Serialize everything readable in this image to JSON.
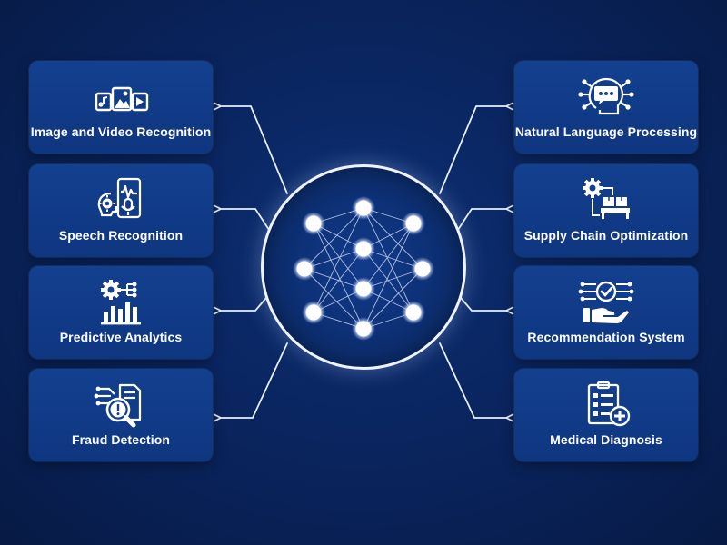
{
  "colors": {
    "background": "#0a2560",
    "card": "#13408f",
    "line": "#e8eefc",
    "node": "#ffffff"
  },
  "center": {
    "icon": "neural-network-icon"
  },
  "left_items": [
    {
      "label": "Image and Video Recognition",
      "icon": "image-video-icon"
    },
    {
      "label": "Speech Recognition",
      "icon": "speech-recognition-icon"
    },
    {
      "label": "Predictive Analytics",
      "icon": "predictive-analytics-icon"
    },
    {
      "label": "Fraud Detection",
      "icon": "fraud-detection-icon"
    }
  ],
  "right_items": [
    {
      "label": "Natural Language Processing",
      "icon": "nlp-icon"
    },
    {
      "label": "Supply Chain Optimization",
      "icon": "supply-chain-icon"
    },
    {
      "label": "Recommendation System",
      "icon": "recommendation-icon"
    },
    {
      "label": "Medical Diagnosis",
      "icon": "medical-diagnosis-icon"
    }
  ]
}
